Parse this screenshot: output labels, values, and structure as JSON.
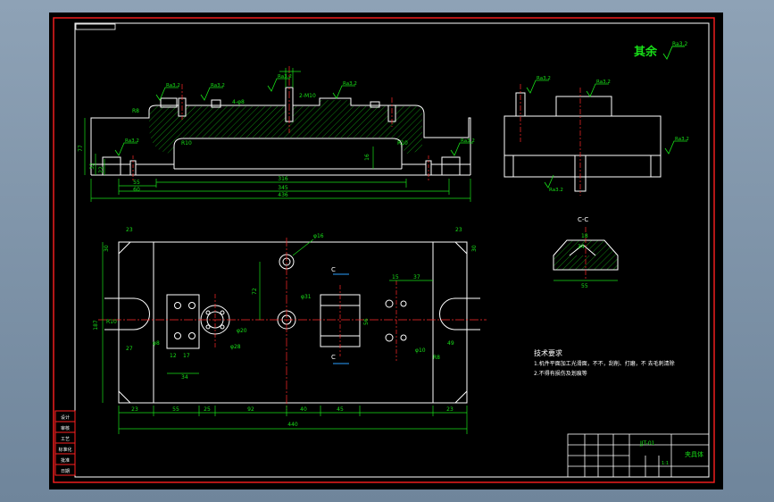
{
  "colors": {
    "background": "#000000",
    "frame": "#ff2020",
    "outline": "#ffffff",
    "dimension": "#18e018",
    "centerline": "#ff2a2a",
    "hatch": "#18e018"
  },
  "drawing": {
    "surplus_label": "其余",
    "surplus_roughness": "Ra3.2",
    "tech_title": "技术要求",
    "tech_line1": "1.机件平面加工光滑面，不不，刮削、打磨，不 去毛刺清除",
    "tech_line2": "2.不得有损伤及划痕等",
    "section_label": "C-C",
    "section_arrow_top": "C",
    "section_arrow_bottom": "C",
    "roughness": [
      "Ra3.2",
      "Ra3.2",
      "Ra3.2",
      "Ra3.2",
      "Ra3.2",
      "Ra3.2",
      "Ra3.2"
    ],
    "front_dims": {
      "overall": "436",
      "d345": "345",
      "d316": "316",
      "d55": "55",
      "d60": "60",
      "h77": "77",
      "h32": "32",
      "h22": "22",
      "r8": "R8",
      "r10": "R10",
      "h16": "16",
      "thread": "2-M10",
      "d44": "4-φ8"
    },
    "plan_dims": {
      "overall": "440",
      "d187": "187",
      "d55": "55",
      "d25": "25",
      "d92": "92",
      "d40": "40",
      "d45": "45",
      "d23a": "23",
      "d23b": "23",
      "d23c": "23",
      "d23d": "23",
      "d30a": "30",
      "d30b": "30",
      "d16a": "φ16",
      "d31": "φ31",
      "d28": "φ28",
      "d20": "φ20",
      "d12": "12",
      "d17": "17",
      "d34": "34",
      "d15": "15",
      "d37": "37",
      "d56": "56",
      "d72": "72",
      "r10": "R10",
      "r8": "R8",
      "d8": "φ8",
      "d10": "φ10",
      "d27": "27",
      "d49": "49"
    },
    "section_dims": {
      "d18": "18",
      "d34": "34",
      "d55": "55"
    }
  },
  "sidebar": {
    "rows": [
      "设计",
      "审核",
      "工艺",
      "标准化",
      "批准",
      "日期"
    ]
  },
  "title_block": {
    "part_name": "夹具体",
    "code": "JJT-01",
    "scale": "1:1"
  }
}
